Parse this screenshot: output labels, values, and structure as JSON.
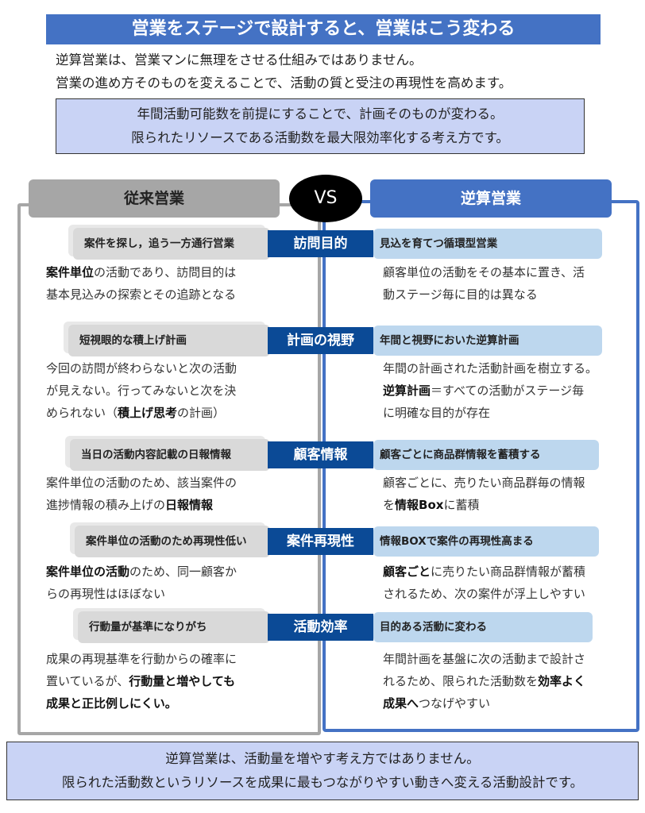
{
  "title": "営業をステージで設計すると、営業はこう変わる",
  "intro": [
    "逆算営業は、営業マンに無理をさせる仕組みではありません。",
    "営業の進め方そのものを変えることで、活動の質と受注の再現性を高めます。"
  ],
  "callout": [
    "年間活動可能数を前提にすることで、計画そのものが変わる。",
    "限られたリソースである活動数を最大限効率化する考え方です。"
  ],
  "left_header": "従来営業",
  "vs": "VS",
  "right_header": "逆算営業",
  "rows": [
    {
      "label": "訪問目的",
      "left_title": "案件を探し，追う一方通行営業",
      "left_desc": [
        [
          {
            "t": "案件単位",
            "b": true
          },
          {
            "t": "の活動であり、訪問目的は"
          }
        ],
        [
          {
            "t": "基本見込みの探索とその追跡となる"
          }
        ]
      ],
      "right_title": "見込を育てつ循環型営業",
      "right_desc": [
        [
          {
            "t": "顧客単位の活動をその基本に置き、活"
          }
        ],
        [
          {
            "t": "動ステージ毎に目的は異なる"
          }
        ]
      ]
    },
    {
      "label": "計画の視野",
      "left_title": "短視眼的な積上げ計画",
      "left_desc": [
        [
          {
            "t": "今回の訪問が終わらないと次の活動"
          }
        ],
        [
          {
            "t": "が見えない。行ってみないと次を決"
          }
        ],
        [
          {
            "t": "められない（"
          },
          {
            "t": "積上げ思考",
            "b": true
          },
          {
            "t": "の計画）"
          }
        ]
      ],
      "right_title": "年間と視野においた逆算計画",
      "right_desc": [
        [
          {
            "t": "年間の計画された活動計画を樹立する。"
          }
        ],
        [
          {
            "t": "逆算計画",
            "b": true
          },
          {
            "t": "＝すべての活動がステージ毎"
          }
        ],
        [
          {
            "t": "に明確な目的が存在"
          }
        ]
      ]
    },
    {
      "label": "顧客情報",
      "left_title": "当日の活動内容記載の日報情報",
      "left_desc": [
        [
          {
            "t": "案件単位の活動のため、該当案件の"
          }
        ],
        [
          {
            "t": "進捗情報の積み上げの"
          },
          {
            "t": "日報情報",
            "b": true
          }
        ]
      ],
      "right_title": "顧客ごとに商品群情報を蓄積する",
      "right_desc": [
        [
          {
            "t": "顧客ごとに、売りたい商品群毎の情報"
          }
        ],
        [
          {
            "t": "を"
          },
          {
            "t": "情報Box",
            "b": true
          },
          {
            "t": "に蓄積"
          }
        ]
      ]
    },
    {
      "label": "案件再現性",
      "left_title": "案件単位の活動のため再現性低い",
      "left_desc": [
        [
          {
            "t": "案件単位の活動",
            "b": true
          },
          {
            "t": "のため、同一顧客か"
          }
        ],
        [
          {
            "t": "らの再現性はほぼない"
          }
        ]
      ],
      "right_title": "情報BOXで案件の再現性高まる",
      "right_desc": [
        [
          {
            "t": "顧客ごと",
            "b": true
          },
          {
            "t": "に売りたい商品群情報が蓄積"
          }
        ],
        [
          {
            "t": "されるため、次の案件が浮上しやすい"
          }
        ]
      ]
    },
    {
      "label": "活動効率",
      "left_title": "行動量が基準になりがち",
      "left_desc": [
        [
          {
            "t": "成果の再現基準を行動からの確率に"
          }
        ],
        [
          {
            "t": "置いているが、"
          },
          {
            "t": "行動量と増やしても",
            "b": true
          }
        ],
        [
          {
            "t": "成果と正比例しにくい。",
            "b": true
          }
        ]
      ],
      "right_title": "目的ある活動に変わる",
      "right_desc": [
        [
          {
            "t": "年間計画を基盤に次の活動まで設計さ"
          }
        ],
        [
          {
            "t": "れるため、限られた活動数を"
          },
          {
            "t": "効率よく",
            "b": true
          }
        ],
        [
          {
            "t": "成果へ",
            "b": true
          },
          {
            "t": "つなげやすい"
          }
        ]
      ]
    }
  ],
  "footer": [
    "逆算営業は、活動量を増やす考え方ではありません。",
    "限られた活動数というリソースを成果に最もつながりやすい動きへ変える活動設計です。"
  ],
  "colors": {
    "accent": "#4472c4",
    "navy": "#0b4a96",
    "gray": "#a6a6a6",
    "light_blue": "#bdd7ee",
    "callout": "#c9d3f5"
  }
}
